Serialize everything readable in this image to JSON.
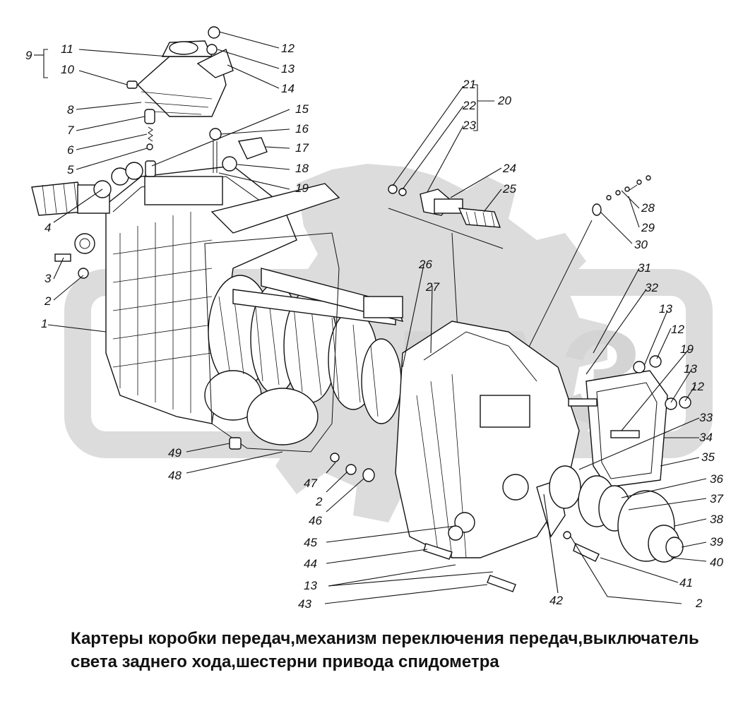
{
  "caption": "Картеры коробки передач,механизм переключения передач,выключатель света заднего хода,шестерни привода спидометра",
  "callouts": [
    "1",
    "2",
    "3",
    "4",
    "5",
    "6",
    "7",
    "8",
    "9",
    "10",
    "11",
    "12",
    "13",
    "14",
    "15",
    "16",
    "17",
    "18",
    "19",
    "20",
    "21",
    "22",
    "23",
    "24",
    "25",
    "26",
    "27",
    "28",
    "29",
    "30",
    "31",
    "32",
    "33",
    "34",
    "35",
    "36",
    "37",
    "38",
    "39",
    "40",
    "41",
    "42",
    "43",
    "44",
    "45",
    "46",
    "47",
    "48",
    "49"
  ],
  "extra_callouts": {
    "c2b": "2",
    "c2c": "2",
    "c12b": "12",
    "c12c": "12",
    "c13b": "13",
    "c13c": "13",
    "c13d": "13",
    "c19b": "19"
  },
  "colors": {
    "ink": "#111111",
    "watermark": "#d9d9d9"
  }
}
